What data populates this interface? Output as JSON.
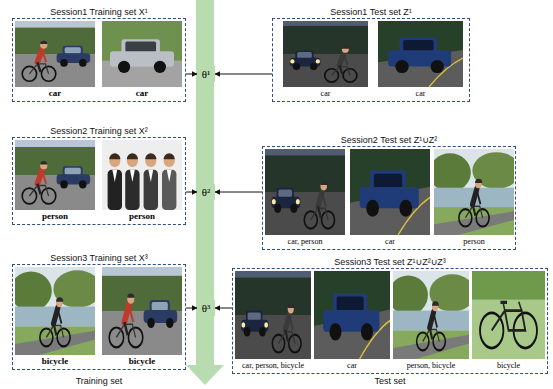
{
  "diagram": {
    "nodes": [
      {
        "text": [
          "Session1 Training set X¹"
        ]
      },
      {
        "text": [
          "car"
        ],
        "in": 0
      },
      {
        "text": [
          "car"
        ],
        "in": 0
      },
      {
        "text": [
          "θ¹"
        ]
      },
      {
        "text": [
          "Session1 Test set Z¹"
        ]
      },
      {
        "text": [
          "car"
        ],
        "in": 4
      },
      {
        "text": [
          "car"
        ],
        "in": 4
      },
      {
        "text": [
          "Session2 Training set X²"
        ]
      },
      {
        "text": [
          "person"
        ],
        "in": 7
      },
      {
        "text": [
          "person"
        ],
        "in": 7
      },
      {
        "text": [
          "θ²"
        ]
      },
      {
        "text": [
          "Session2 Test set Z¹∪Z²"
        ]
      },
      {
        "text": [
          "car, person"
        ],
        "in": 11
      },
      {
        "text": [
          "car"
        ],
        "in": 11
      },
      {
        "text": [
          "person"
        ],
        "in": 11
      },
      {
        "text": [
          "Session3 Training set X³"
        ]
      },
      {
        "text": [
          "bicycle"
        ],
        "in": 15
      },
      {
        "text": [
          "bicycle"
        ],
        "in": 15
      },
      {
        "text": [
          "θ³"
        ]
      },
      {
        "text": [
          "Session3 Test set Z¹∪Z²∪Z³"
        ]
      },
      {
        "text": [
          "car, person, bicycle"
        ],
        "in": 19
      },
      {
        "text": [
          "car"
        ],
        "in": 19
      },
      {
        "text": [
          "person, bicycle"
        ],
        "in": 19
      },
      {
        "text": [
          "bicycle"
        ],
        "in": 19
      }
    ],
    "edges": [
      {
        "from": 0,
        "to": 3,
        "arrow": "to"
      },
      {
        "from": 4,
        "to": 3,
        "arrow": "to"
      },
      {
        "from": 7,
        "to": 10,
        "arrow": "to"
      },
      {
        "from": 11,
        "to": 10,
        "arrow": "to"
      },
      {
        "from": 15,
        "to": 18,
        "arrow": "to"
      },
      {
        "from": 19,
        "to": 18,
        "arrow": "to"
      }
    ],
    "labels": [
      "Training set",
      "Test set"
    ]
  }
}
